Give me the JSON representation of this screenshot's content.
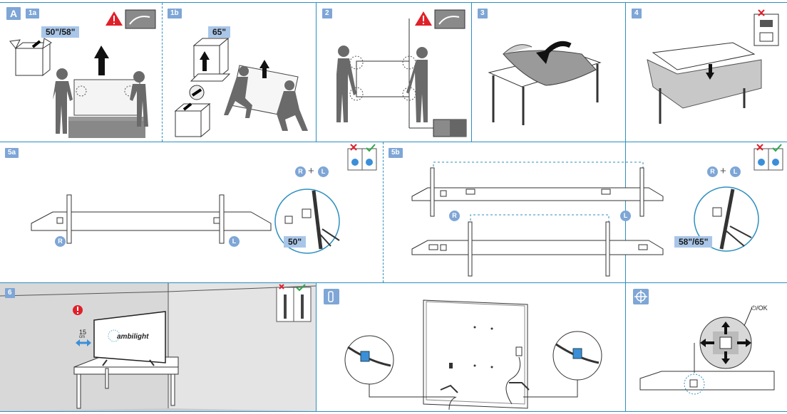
{
  "step_labels": {
    "a": "A",
    "s1a": "1a",
    "s1b": "1b",
    "s2": "2",
    "s3": "3",
    "s4": "4",
    "s5a": "5a",
    "s5b": "5b",
    "s6": "6"
  },
  "sizes": {
    "s1a": "50\"/58\"",
    "s1b": "65\"",
    "s5a": "50\"",
    "s5b": "58\"/65\""
  },
  "markers": {
    "right": "R",
    "left": "L",
    "plus": "+"
  },
  "distance": {
    "value": "15",
    "unit": "cm"
  },
  "brand": "ambilight",
  "power_ok_label": "⏻/OK",
  "colors": {
    "accent_blue": "#2e8fbf",
    "badge_blue": "#7ea6d6",
    "pill_blue": "#a9c6e8",
    "warning_red": "#e0202a",
    "check_green": "#2aa84a",
    "cable_blue": "#3b8fd8"
  },
  "icons": [
    "warning-icon",
    "wrong-icon",
    "correct-icon",
    "cable-clip-icon",
    "joystick-icon",
    "up-arrow-icon",
    "down-arrow-icon"
  ]
}
